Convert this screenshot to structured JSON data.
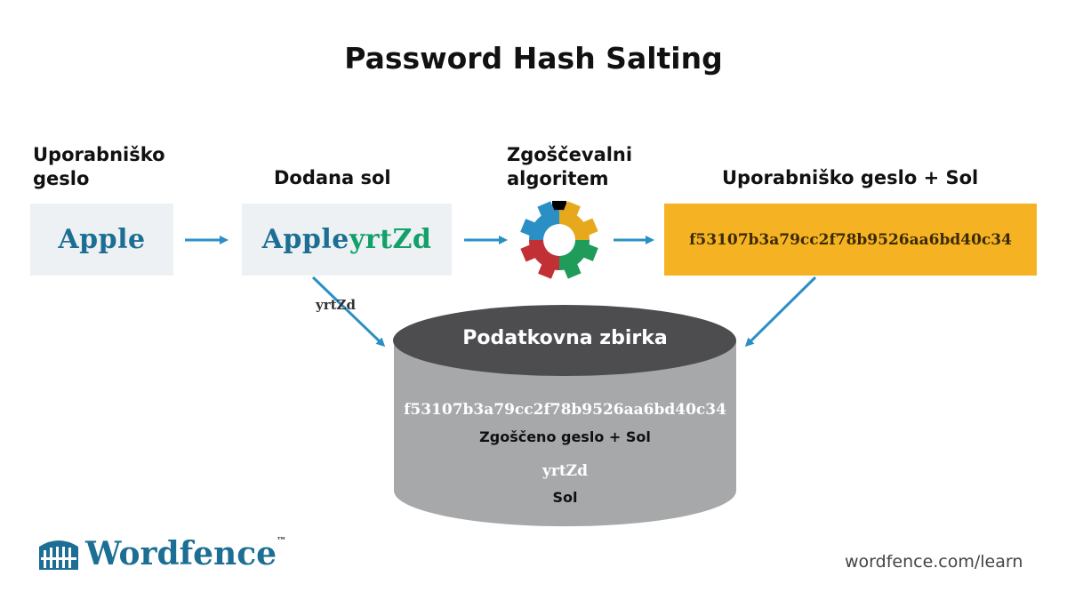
{
  "title": "Password Hash Salting",
  "steps": {
    "password_label": "Uporabniško geslo",
    "salt_label": "Dodana sol",
    "algo_label": "Zgoščevalni algoritem",
    "result_label": "Uporabniško geslo + Sol"
  },
  "password": "Apple",
  "salted": {
    "base": "Apple",
    "salt": "yrtZd"
  },
  "hash": "f53107b3a79cc2f78b9526aa6bd40c34",
  "salt_arrow_label": "yrtZd",
  "database": {
    "title": "Podatkovna zbirka",
    "hash_value": "f53107b3a79cc2f78b9526aa6bd40c34",
    "hash_caption": "Zgoščeno geslo + Sol",
    "salt_value": "yrtZd",
    "salt_caption": "Sol"
  },
  "brand": {
    "name": "Wordfence",
    "tm": "™",
    "url": "wordfence.com/learn"
  },
  "colors": {
    "arrow": "#2a8fc4",
    "box_bg": "#eef1f3",
    "hash_bg": "#f5b324",
    "blue": "#1d6e94",
    "green": "#13a06a",
    "gear": [
      "#e6a91c",
      "#1f9b5a",
      "#2a8fc4",
      "#c03034"
    ],
    "db_top": "#4d4d4f",
    "db_body": "#a7a8aa"
  }
}
